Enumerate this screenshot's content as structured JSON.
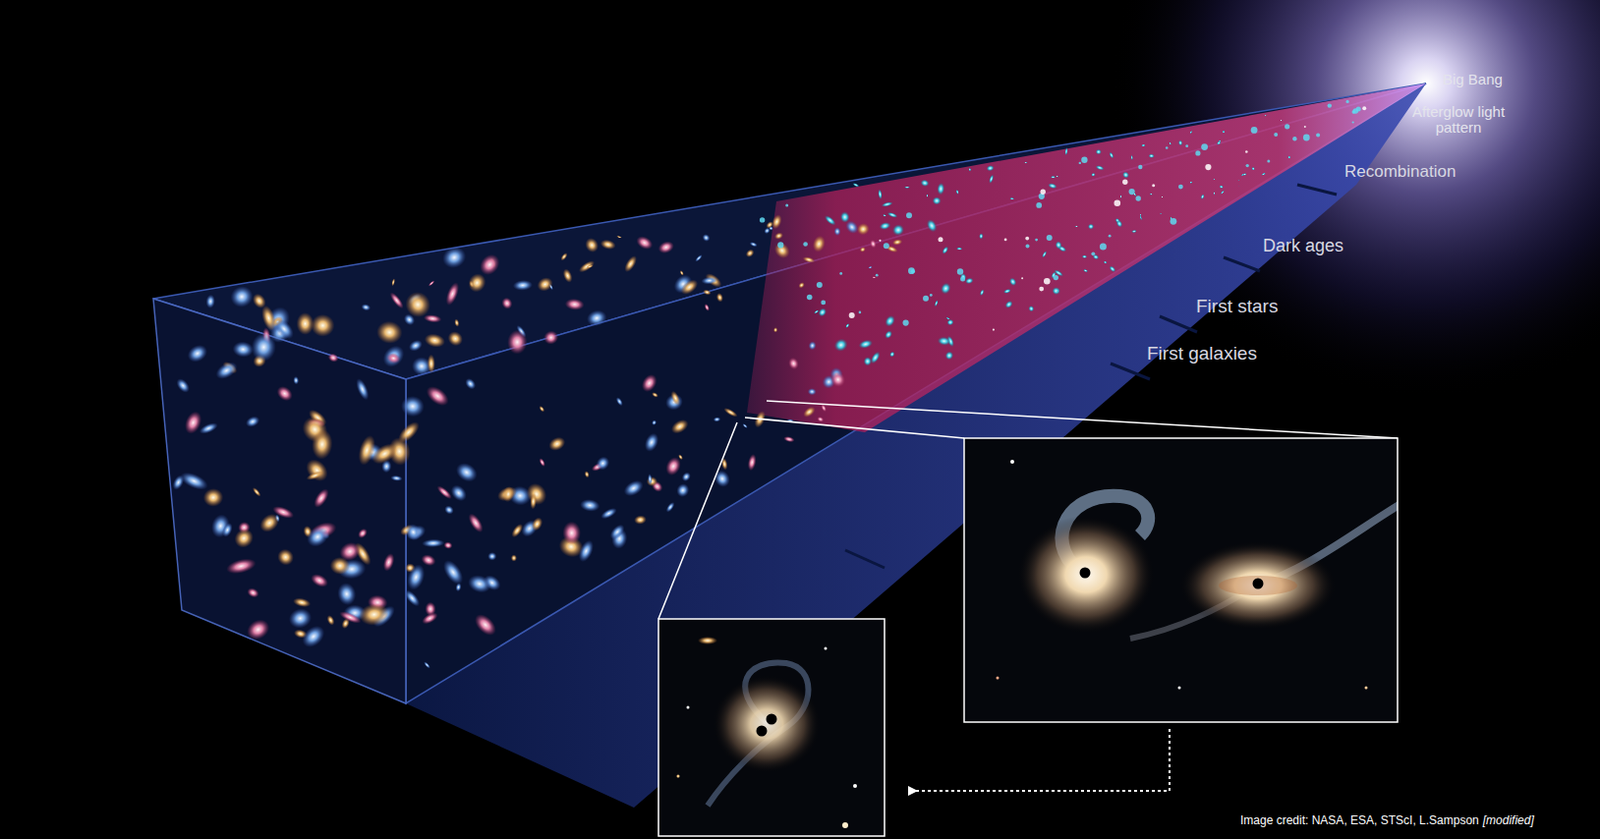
{
  "diagram": {
    "labels": [
      "Big Bang",
      "Afterglow light pattern",
      "Recombination",
      "Dark ages",
      "First stars",
      "First galaxies",
      "Image credit: NASA, ESA, STScI, L.Sampson",
      "[modified]"
    ]
  }
}
